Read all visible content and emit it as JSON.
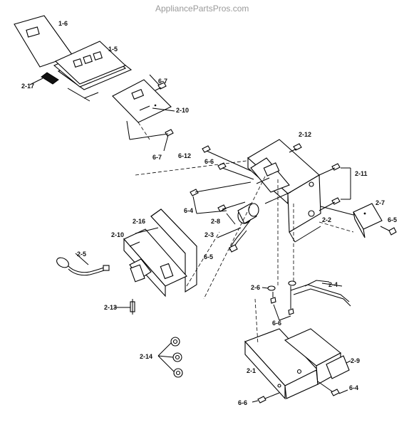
{
  "watermark": "AppliancePartsPros.com",
  "parts": {
    "p1_6": "1-6",
    "p1_5": "1-5",
    "p2_17": "2-17",
    "p6_7a": "6-7",
    "p2_10a": "2-10",
    "p6_7b": "6-7",
    "p2_12": "2-12",
    "p6_12": "6-12",
    "p6_6a": "6-6",
    "p2_11": "2-11",
    "p2_7": "2-7",
    "p6_5a": "6-5",
    "p6_4a": "6-4",
    "p2_16": "2-16",
    "p2_8": "2-8",
    "p2_2": "2-2",
    "p2_10b": "2-10",
    "p2_3": "2-3",
    "p2_5": "2-5",
    "p6_5b": "6-5",
    "p2_6": "2-6",
    "p2_4": "2-4",
    "p2_13": "2-13",
    "p6_6b": "6-6",
    "p2_14": "2-14",
    "p2_9": "2-9",
    "p2_1": "2-1",
    "p6_4b": "6-4",
    "p6_6c": "6-6"
  }
}
